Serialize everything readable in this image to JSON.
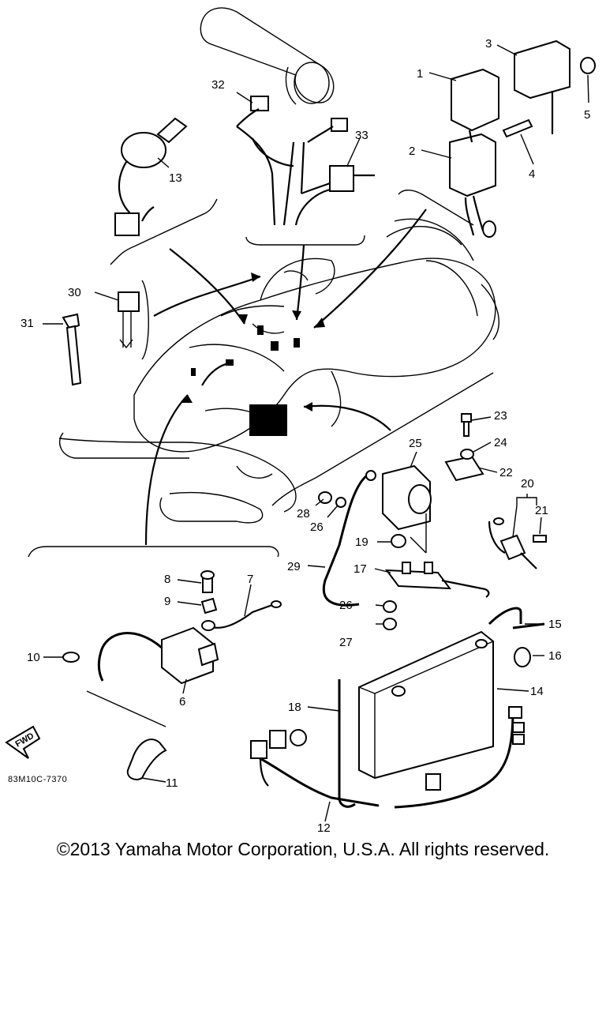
{
  "diagram": {
    "callouts": {
      "p1": "1",
      "p2": "2",
      "p3": "3",
      "p4": "4",
      "p5": "5",
      "p6": "6",
      "p7": "7",
      "p8": "8",
      "p9": "9",
      "p10": "10",
      "p11": "11",
      "p12": "12",
      "p13": "13",
      "p14": "14",
      "p15": "15",
      "p16": "16",
      "p17": "17",
      "p18": "18",
      "p19": "19",
      "p20": "20",
      "p21": "21",
      "p22": "22",
      "p23": "23",
      "p24": "24",
      "p25": "25",
      "p26a": "26",
      "p26b": "26",
      "p27": "27",
      "p28": "28",
      "p29": "29",
      "p30": "30",
      "p31": "31",
      "p32": "32",
      "p33": "33"
    },
    "drawing_code": "83M10C-7370",
    "fwd_label": "FWD"
  },
  "copyright": "©2013 Yamaha Motor Corporation, U.S.A. All rights reserved.",
  "colors": {
    "ink": "#000000",
    "background": "#ffffff"
  }
}
